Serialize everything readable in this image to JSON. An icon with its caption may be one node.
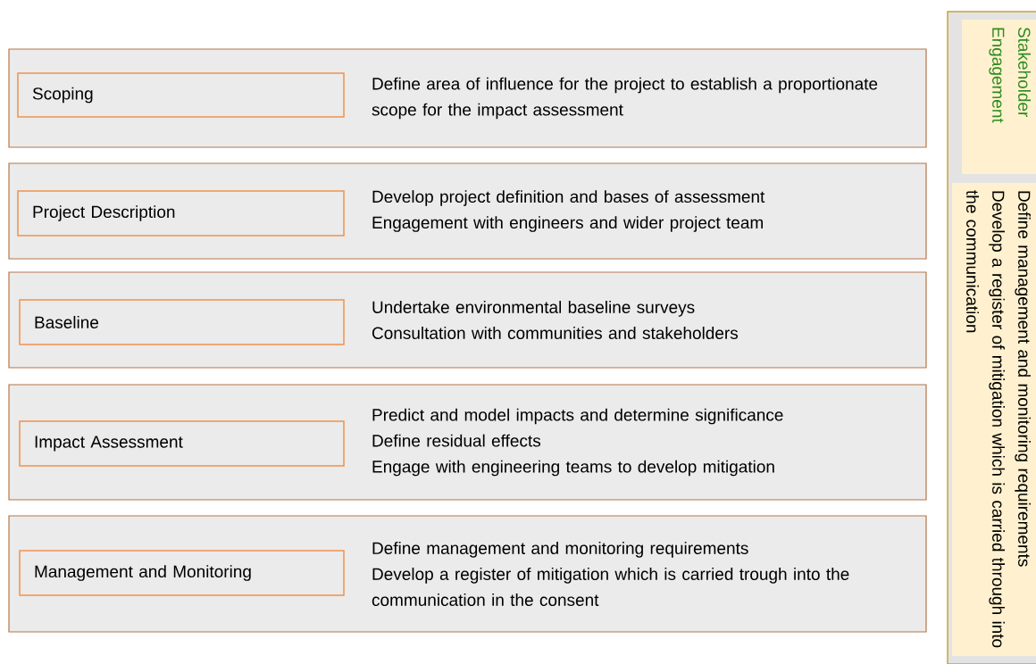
{
  "diagram": {
    "nodes": [
      {
        "text": [
          "Define area of influence for the project to establish a proportionate scope for the impact assessment"
        ]
      },
      {
        "text": [
          "Scoping"
        ],
        "in": 0
      },
      {
        "text": [
          "Develop project definition and bases of assessment",
          "Engagement with engineers and wider project team"
        ]
      },
      {
        "text": [
          "Project Description"
        ],
        "in": 2
      },
      {
        "text": [
          "Undertake environmental baseline surveys",
          "Consultation with communities and stakeholders"
        ]
      },
      {
        "text": [
          "Baseline"
        ],
        "in": 4
      },
      {
        "text": [
          "Predict and model impacts and determine significance",
          "Define residual effects",
          "Engage with engineering teams to develop mitigation"
        ]
      },
      {
        "text": [
          "Impact Assessment"
        ],
        "in": 6
      },
      {
        "text": [
          "Define management and monitoring requirements",
          "Develop a register of mitigation which is carried trough into the communication in the consent"
        ]
      },
      {
        "text": [
          "Management and Monitoring"
        ],
        "in": 8
      },
      {
        "text": [
          "Stakeholder Engagement"
        ]
      },
      {
        "text": [
          "Define management and monitoring requirements",
          "Develop a register of mitigation which is carried through into the communication"
        ]
      }
    ]
  }
}
